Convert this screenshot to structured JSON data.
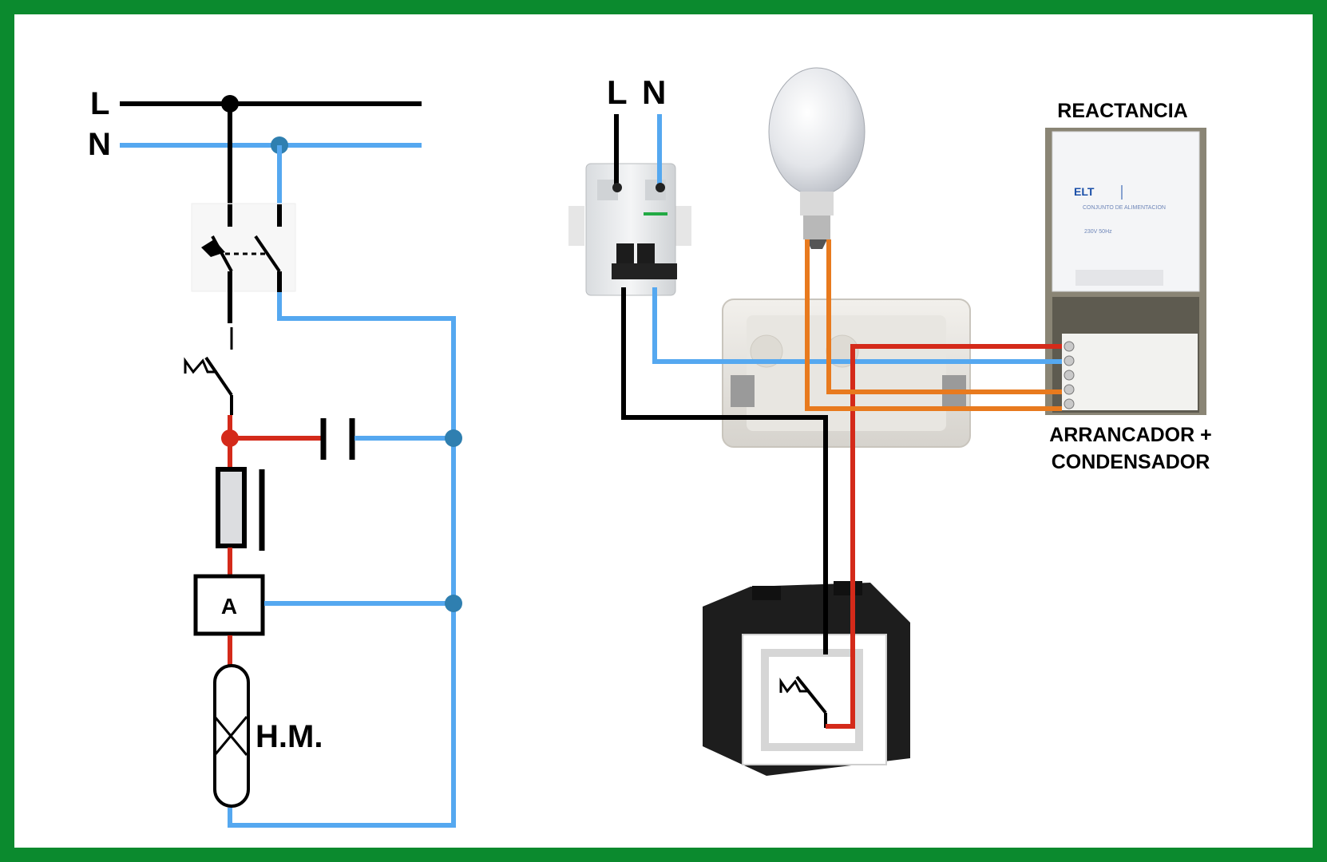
{
  "schematic": {
    "line_label": "L",
    "neutral_label": "N",
    "auxiliary_label": "A",
    "lamp_label": "H.M."
  },
  "installation": {
    "line_label": "L",
    "neutral_label": "N",
    "ballast_label": "REACTANCIA",
    "starter_label_line1": "ARRANCADOR +",
    "starter_label_line2": "CONDENSADOR",
    "ballast_brand": "ELT",
    "ballast_title": "CONJUNTO DE ALIMENTACION",
    "ballast_spec": "230V 50Hz"
  },
  "colors": {
    "frame": "#0b8a2e",
    "line_wire": "#000000",
    "neutral_wire": "#55a8f0",
    "switched_wire": "#d42a1a",
    "lamp_wire": "#e87a1e",
    "node_blue": "#2f7fb0"
  }
}
